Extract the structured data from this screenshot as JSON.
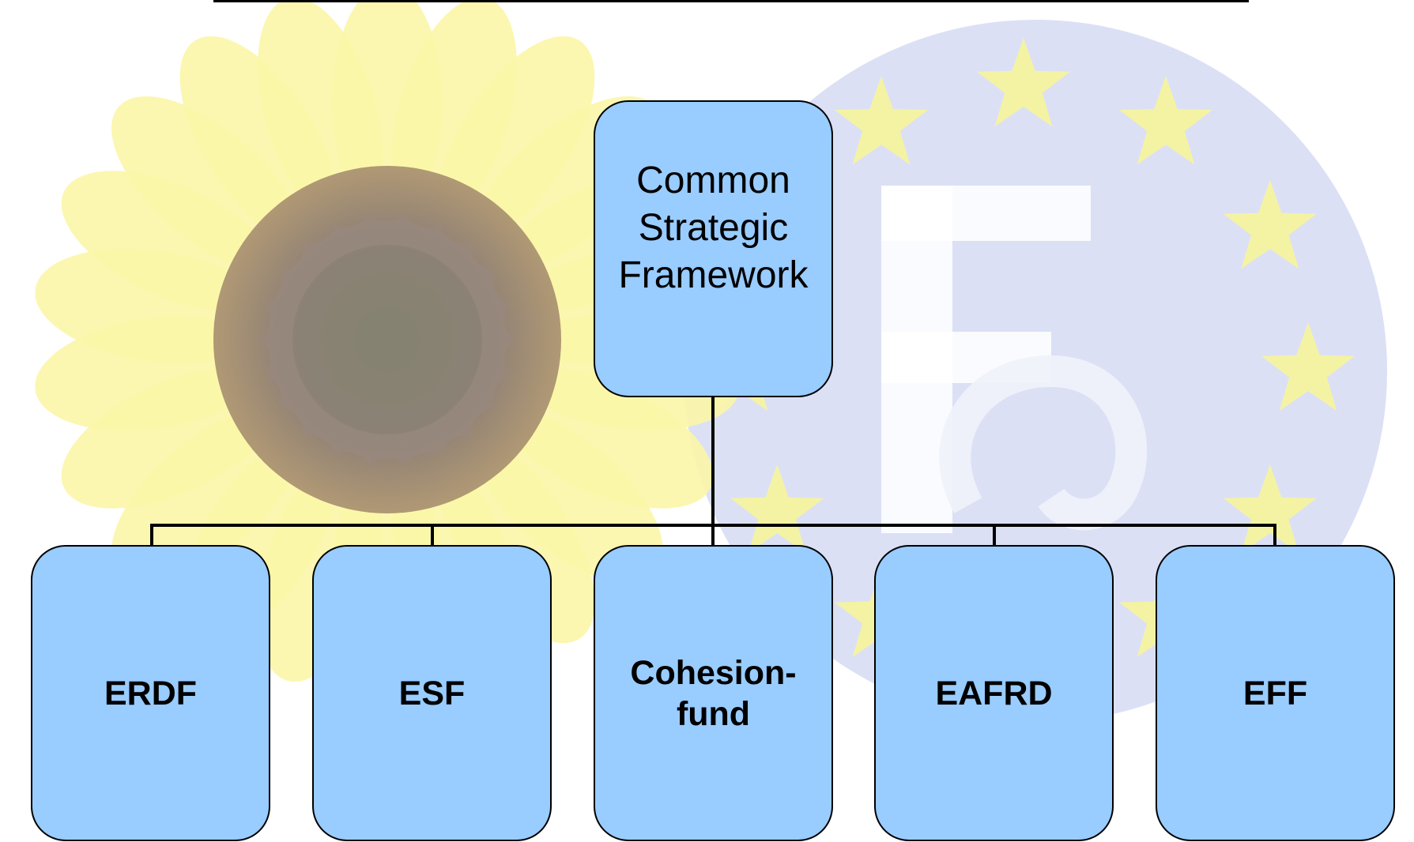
{
  "colors": {
    "node_fill": "#99ccff",
    "node_border": "#000000",
    "connector": "#000000",
    "sunflower_petal": "#fbf6a8",
    "sunflower_center": "#8c7a6e",
    "eu_disc": "#dce0f5",
    "eu_star": "#f4f3a4",
    "eu_logo": "#ffffff"
  },
  "background": {
    "left_image": "sunflower",
    "right_image": "eu-circle-of-stars-logo"
  },
  "diagram": {
    "root": {
      "label": "Common Strategic Framework"
    },
    "children": [
      {
        "label": "ERDF"
      },
      {
        "label": "ESF"
      },
      {
        "label": "Cohesion-fund"
      },
      {
        "label": "EAFRD"
      },
      {
        "label": "EFF"
      }
    ]
  }
}
